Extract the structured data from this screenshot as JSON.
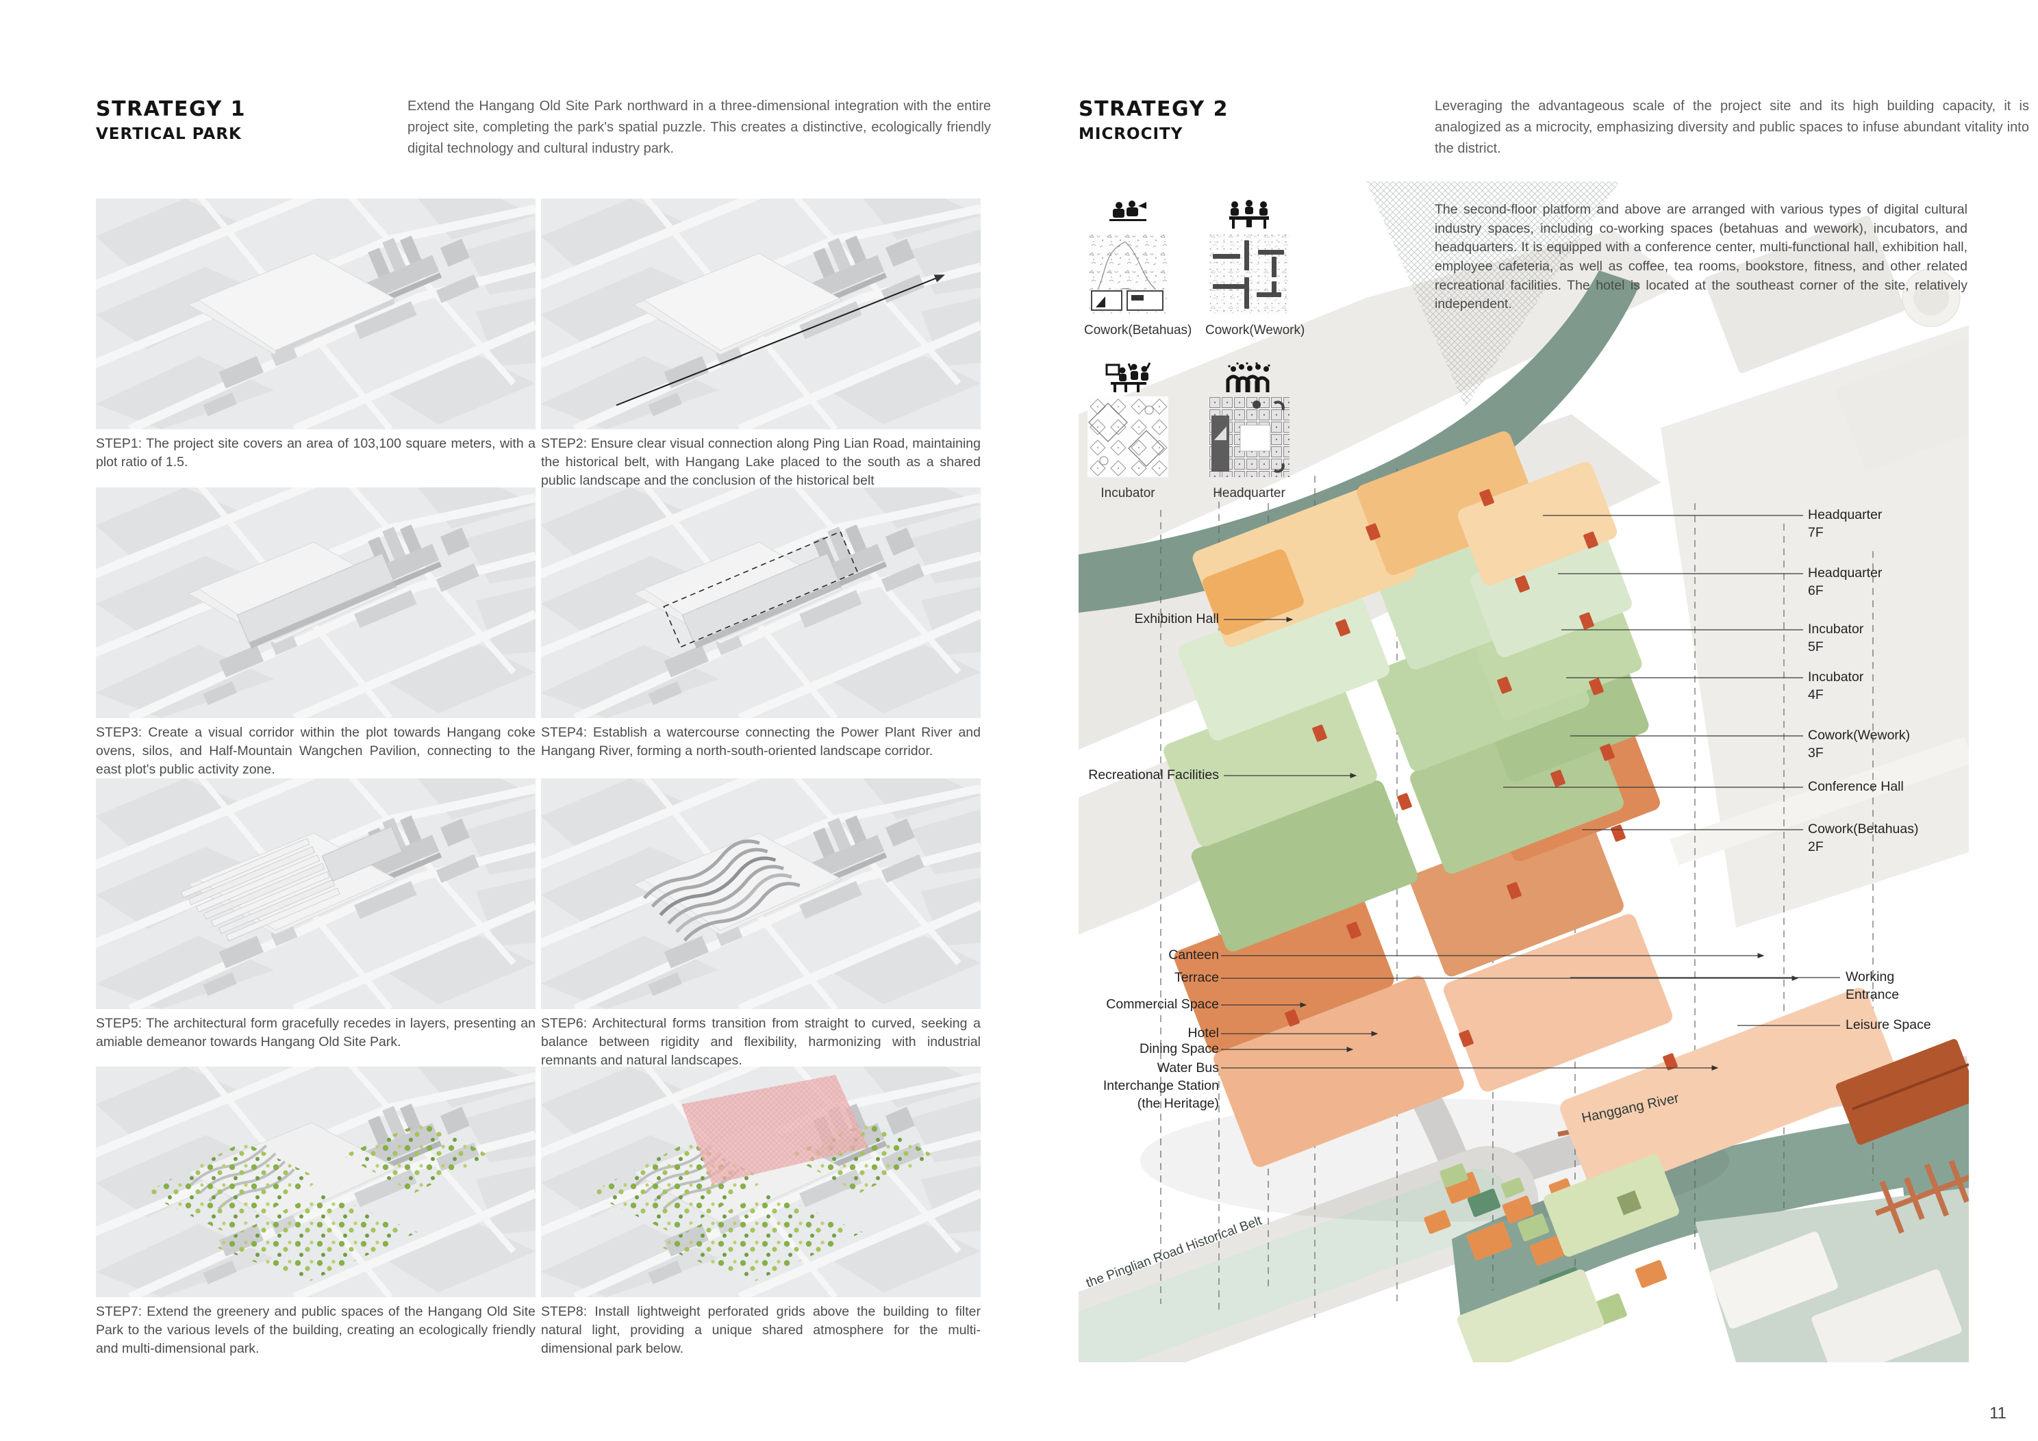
{
  "page": {
    "number": "11"
  },
  "strategy1": {
    "title": "STRATEGY 1",
    "subtitle": "VERTICAL PARK",
    "intro": "Extend the Hangang Old Site Park northward in a three-dimensional integration with the entire project site, completing the park's spatial puzzle. This creates a distinctive, ecologically friendly digital technology and cultural industry park.",
    "steps": [
      {
        "text": "STEP1: The project site covers an area of 103,100 square meters, with a plot ratio of 1.5."
      },
      {
        "text": "STEP2: Ensure clear visual connection along Ping Lian Road, maintaining the historical belt, with Hangang Lake placed to the south as a shared public landscape and the conclusion of the historical belt"
      },
      {
        "text": "STEP3: Create a visual corridor within the plot towards Hangang coke ovens, silos, and Half-Mountain Wangchen Pavilion, connecting to the east plot's public activity zone."
      },
      {
        "text": "STEP4: Establish a watercourse connecting the Power Plant River and Hangang River, forming a north-south-oriented landscape corridor."
      },
      {
        "text": "STEP5: The architectural form gracefully recedes in layers, presenting an amiable demeanor towards Hangang Old Site Park."
      },
      {
        "text": "STEP6: Architectural forms transition from straight to curved, seeking a balance between rigidity and flexibility, harmonizing with industrial remnants and natural landscapes."
      },
      {
        "text": "STEP7: Extend the greenery and public spaces of the Hangang Old Site Park to the various levels of the building, creating an ecologically friendly and multi-dimensional park."
      },
      {
        "text": "STEP8: Install lightweight perforated grids above the building to filter natural light, providing a unique shared atmosphere for the multi-dimensional park below."
      }
    ]
  },
  "strategy2": {
    "title": "STRATEGY 2",
    "subtitle": "MICROCITY",
    "intro": "Leveraging the advantageous scale of the project site and its high building capacity, it is analogized as a microcity, emphasizing diversity and public spaces to infuse abundant vitality into the district.",
    "body": "The second-floor platform and above are arranged with various types of digital cultural industry spaces, including co-working spaces (betahuas and wework), incubators, and headquarters. It is equipped with a conference center, multi-functional hall, exhibition hall, employee cafeteria, as well as coffee, tea rooms, bookstore, fitness, and other related recreational facilities. The hotel is located at the southeast corner of the site, relatively independent.",
    "program": [
      {
        "label": "Cowork(Betahuas)"
      },
      {
        "label": "Cowork(Wework)"
      },
      {
        "label": "Incubator"
      },
      {
        "label": "Headquarter"
      }
    ],
    "left_labels": [
      "Exhibition Hall",
      "Recreational Facilities",
      "Canteen",
      "Terrace",
      "Commercial Space",
      "Hotel",
      "Dining Space",
      "Water Bus\nInterchange Station\n(the Heritage)"
    ],
    "right_labels": [
      "Headquarter\n7F",
      "Headquarter\n6F",
      "Incubator\n5F",
      "Incubator\n4F",
      "Cowork(Wework)\n3F",
      "Conference Hall",
      "Cowork(Betahuas)\n2F",
      "Working\nEntrance",
      "Leisure Space"
    ],
    "map_labels": {
      "river": "Hanggang River",
      "belt": "the Pinglian Road Historical Belt"
    }
  },
  "colors": {
    "plate_peach_7f": "#f3bf7f",
    "plate_palegreen_6f": "#d9e8cd",
    "plate_green_4f5f": "#a9c48c",
    "plate_orange_3f": "#dd8a58",
    "plate_salmon_2f": "#f4c4a4",
    "connector_red": "#c8502e",
    "water_teal": "#87a396",
    "belt_green": "#dbe7dc",
    "tree_green": "#86b04a",
    "canopy_pink": "#eeb6b6"
  }
}
